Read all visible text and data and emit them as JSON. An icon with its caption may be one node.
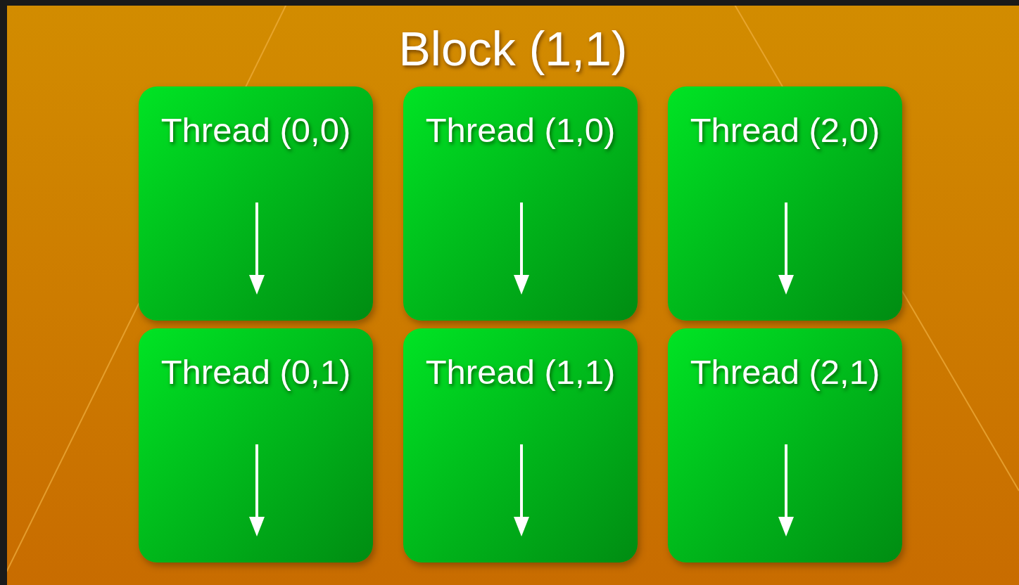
{
  "diagram": {
    "nodes": [
      {
        "text": [
          "Block (1,1)"
        ]
      },
      {
        "text": [
          "Thread (0,0)"
        ],
        "in": 0
      },
      {
        "text": [
          "Thread (1,0)"
        ],
        "in": 0
      },
      {
        "text": [
          "Thread (2,0)"
        ],
        "in": 0
      },
      {
        "text": [
          "Thread (0,1)"
        ],
        "in": 0
      },
      {
        "text": [
          "Thread (1,1)"
        ],
        "in": 0
      },
      {
        "text": [
          "Thread (2,1)"
        ],
        "in": 0
      }
    ]
  }
}
